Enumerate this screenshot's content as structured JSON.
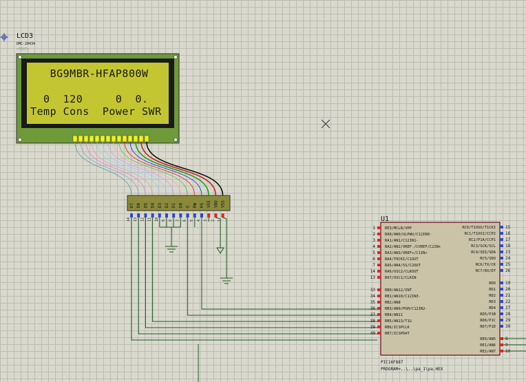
{
  "lcd": {
    "ref": "LCD3",
    "model": "DMC-20434",
    "text_placeholder": "<TEXT>",
    "rows": [
      "   BG9MBR-HFAP800W",
      "",
      "  0  120     0  0.",
      "Temp Cons  Power SWR"
    ],
    "pin_labels": [
      "D7",
      "D6",
      "D5",
      "D4",
      "D3",
      "D2",
      "D1",
      "D0",
      "E",
      "RW",
      "RS",
      "VEE",
      "VDD",
      "VSS"
    ],
    "pin_numbers": [
      "14",
      "13",
      "12",
      "11",
      "10",
      "9",
      "8",
      "7",
      "6",
      "5",
      "4",
      "3",
      "2",
      "1"
    ]
  },
  "mcu": {
    "ref": "U1",
    "part": "PIC16F887",
    "program": "PROGRAM=..\\..\\pa_1\\pa.HEX",
    "left_pins": [
      {
        "num": "1",
        "label": "RE3/MCLR/VPP"
      },
      {
        "num": "2",
        "label": "RA0/AN0/ULPWU/C12IN0-"
      },
      {
        "num": "3",
        "label": "RA1/AN1/C12IN1-"
      },
      {
        "num": "4",
        "label": "RA2/AN2/VREF-/CVREF/C2IN+"
      },
      {
        "num": "5",
        "label": "RA3/AN3/VREF+/C1IN+"
      },
      {
        "num": "6",
        "label": "RA4/T0CKI/C1OUT"
      },
      {
        "num": "7",
        "label": "RA5/AN4/SS/C2OUT"
      },
      {
        "num": "14",
        "label": "RA6/OSC2/CLKOUT"
      },
      {
        "num": "13",
        "label": "RA7/OSC1/CLKIN"
      },
      {
        "num": "33",
        "label": "RB0/AN12/INT"
      },
      {
        "num": "34",
        "label": "RB1/AN10/C12IN3-"
      },
      {
        "num": "35",
        "label": "RB2/AN8"
      },
      {
        "num": "36",
        "label": "RB3/AN9/PGM/C12IN2-"
      },
      {
        "num": "37",
        "label": "RB4/AN11"
      },
      {
        "num": "38",
        "label": "RB5/AN13/T1G"
      },
      {
        "num": "39",
        "label": "RB6/ICSPCLK"
      },
      {
        "num": "40",
        "label": "RB7/ICSPDAT"
      }
    ],
    "right_pins": [
      {
        "num": "15",
        "label": "RC0/T1OSO/T1CKI"
      },
      {
        "num": "16",
        "label": "RC1/T1OSI/CCP2"
      },
      {
        "num": "17",
        "label": "RC2/P1A/CCP1"
      },
      {
        "num": "18",
        "label": "RC3/SCK/SCL"
      },
      {
        "num": "23",
        "label": "RC4/SDI/SDA"
      },
      {
        "num": "24",
        "label": "RC5/SDO"
      },
      {
        "num": "25",
        "label": "RC6/TX/CK"
      },
      {
        "num": "26",
        "label": "RC7/RX/DT"
      },
      {
        "num": "19",
        "label": "RD0"
      },
      {
        "num": "20",
        "label": "RD1"
      },
      {
        "num": "21",
        "label": "RD2"
      },
      {
        "num": "22",
        "label": "RD3"
      },
      {
        "num": "27",
        "label": "RD4"
      },
      {
        "num": "28",
        "label": "RD5/P1B"
      },
      {
        "num": "29",
        "label": "RD6/P1C"
      },
      {
        "num": "30",
        "label": "RD7/P1D"
      },
      {
        "num": "8",
        "label": "RE0/AN5"
      },
      {
        "num": "9",
        "label": "RE1/AN6"
      },
      {
        "num": "10",
        "label": "RE2/AN7"
      }
    ]
  },
  "colors": {
    "grid_bg": "#d9d9ce",
    "lcd_frame": "#6e9a3a",
    "lcd_screen": "#c3c631",
    "chip_body": "#cbc3a8",
    "wire": "#1e5a1e",
    "pin_red": "#e02424",
    "pin_blue": "#2c4ad0"
  }
}
